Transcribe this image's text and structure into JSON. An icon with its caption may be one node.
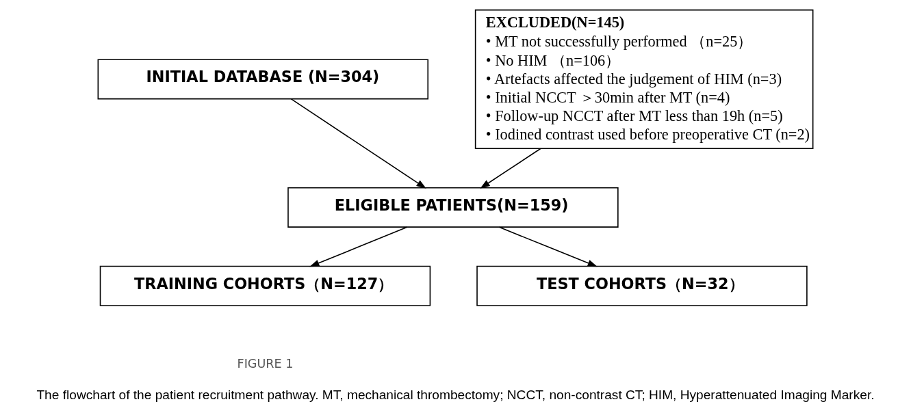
{
  "diagram": {
    "caption": "The flowchart of the patient recruitment pathway. MT, mechanical thrombectomy; NCCT, non-contrast CT; HIM, Hyperattenuated Imaging Marker.",
    "nodes": [
      {
        "text": [
          "INITIAL DATABASE (N=304)"
        ]
      },
      {
        "text": [
          "EXCLUDED(N=145)",
          "• MT not successfully performed （n=25）",
          "• No HIM （n=106）",
          "• Artefacts affected the judgement of HIM (n=3)",
          "• Initial NCCT ＞30min after MT (n=4)",
          "• Follow-up NCCT after MT less than 19h (n=5)",
          "• Iodined contrast used before preoperative CT (n=2)"
        ]
      },
      {
        "text": [
          "ELIGIBLE PATIENTS(N=159)"
        ]
      },
      {
        "text": [
          "TRAINING COHORTS（N=127）"
        ]
      },
      {
        "text": [
          "TEST COHORTS（N=32）"
        ]
      }
    ],
    "edges": [
      {
        "from": 0,
        "to": 2,
        "arrow": "to"
      },
      {
        "from": 1,
        "to": 2,
        "arrow": "to"
      },
      {
        "from": 2,
        "to": 3,
        "arrow": "to"
      },
      {
        "from": 2,
        "to": 4,
        "arrow": "to"
      }
    ],
    "labels": [
      "FIGURE 1"
    ]
  }
}
